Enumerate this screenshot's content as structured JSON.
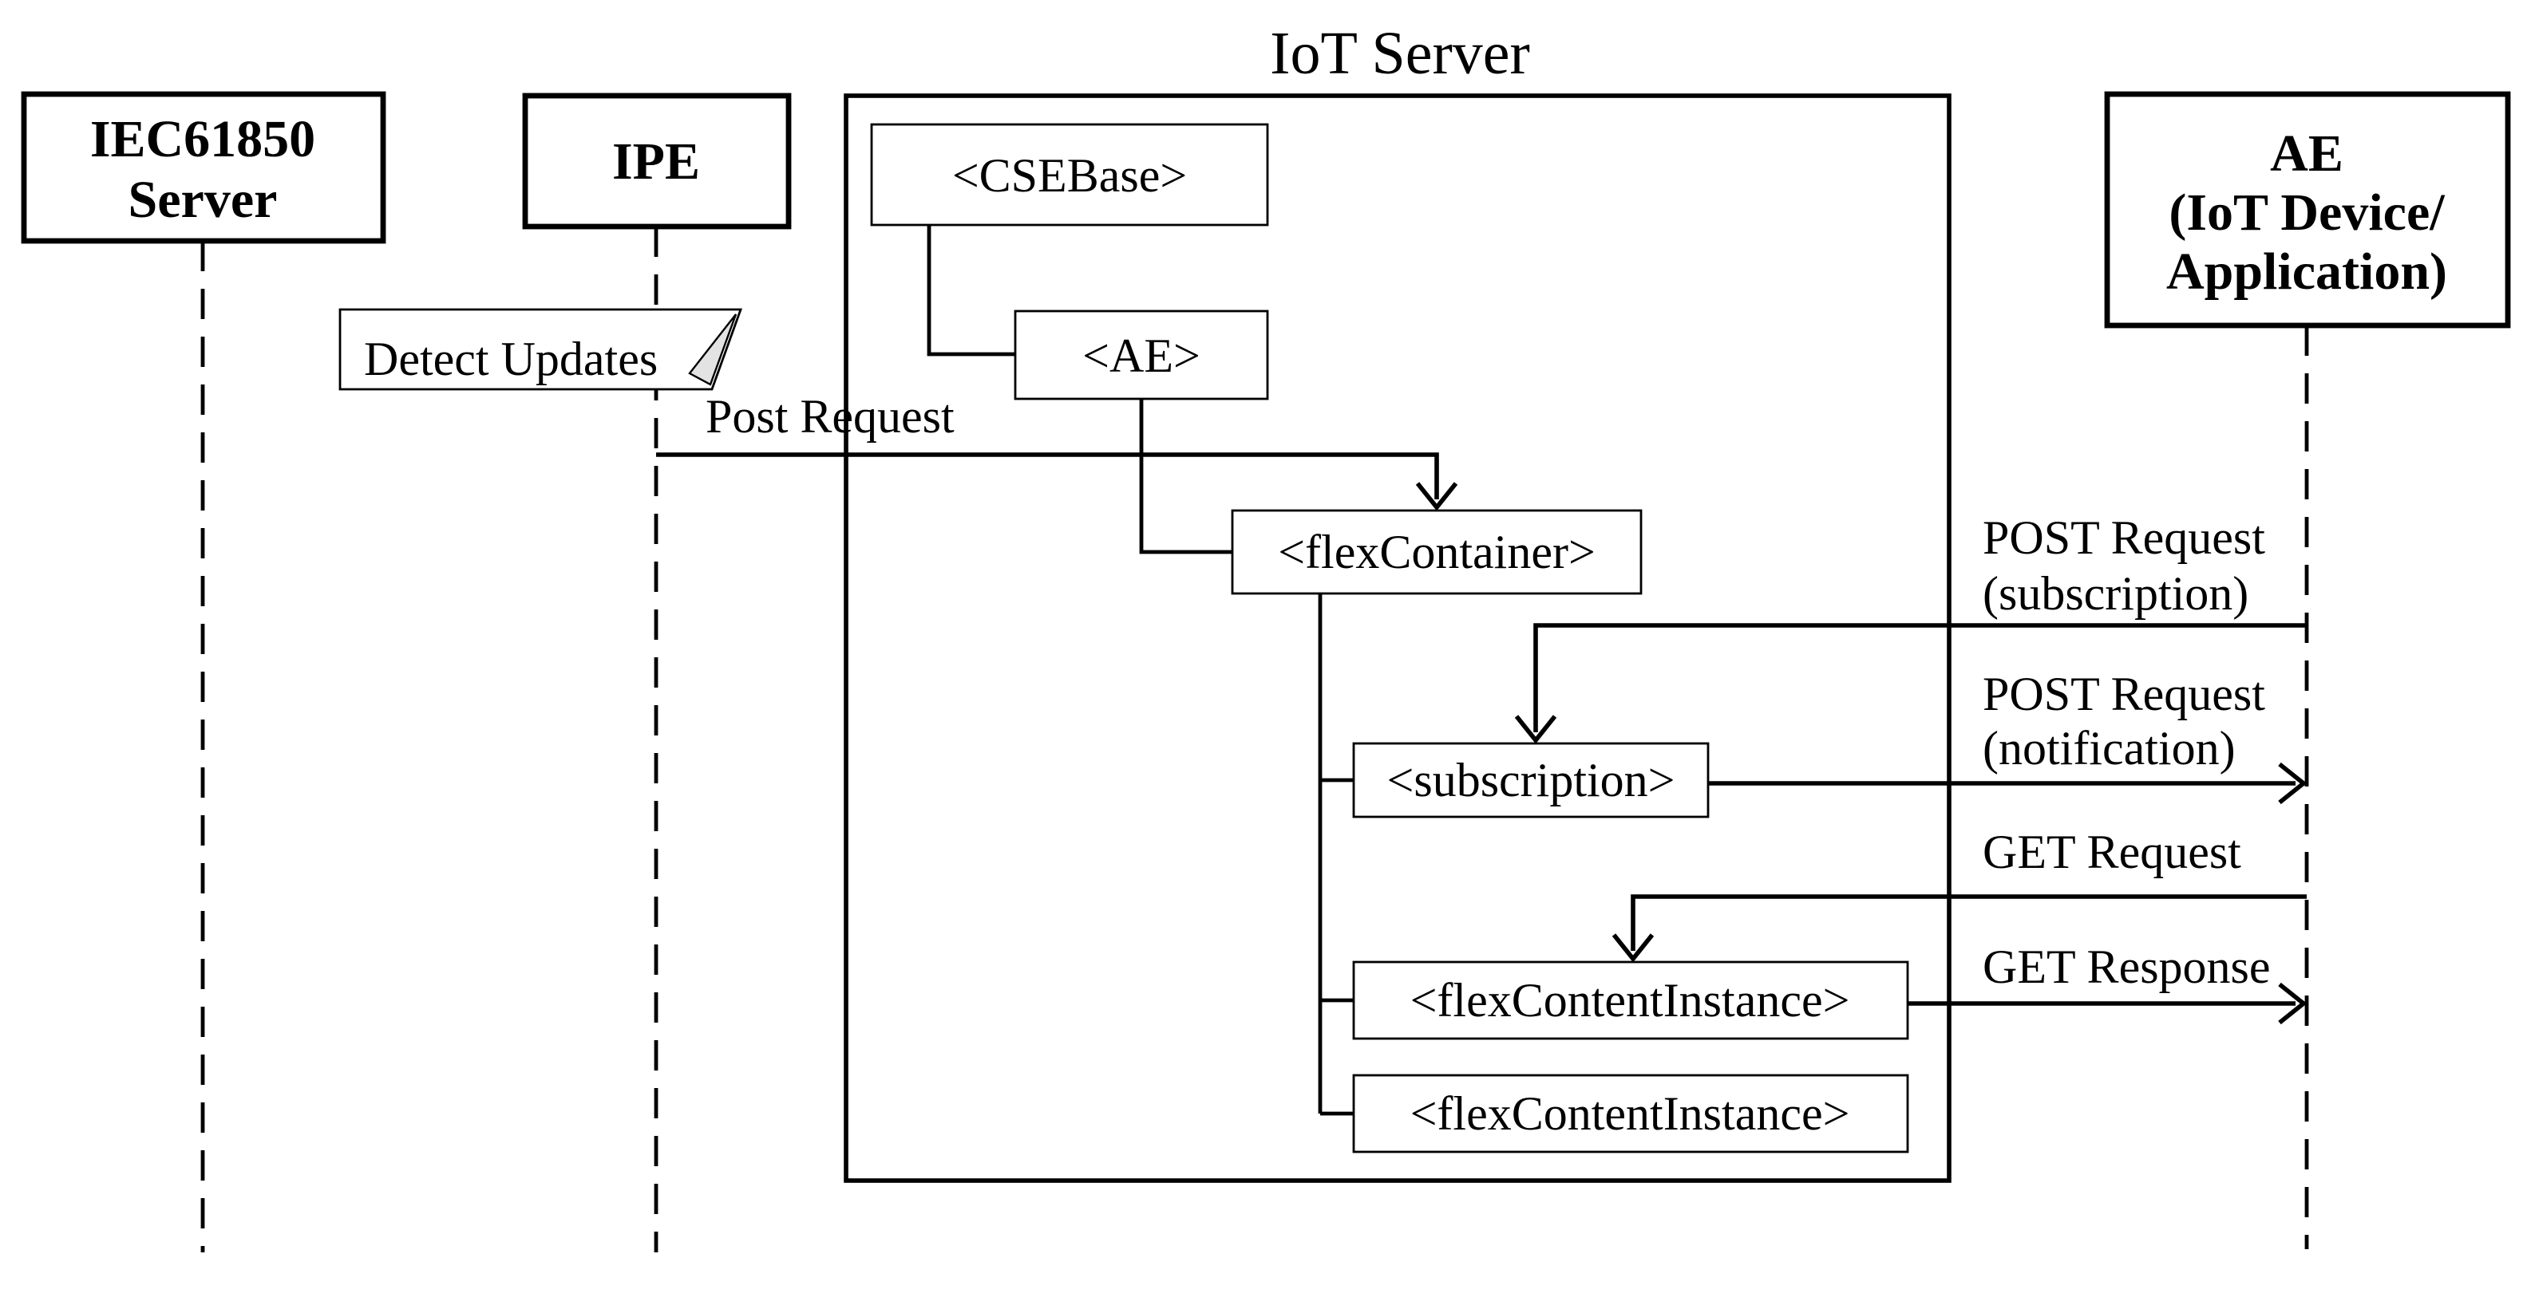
{
  "diagram": {
    "title": "IoT Server",
    "actors": {
      "iec61850_server": {
        "line1": "IEC61850",
        "line2": "Server"
      },
      "ipe": {
        "label": "IPE"
      },
      "ae_device": {
        "line1": "AE",
        "line2": "(IoT Device/",
        "line3": "Application)"
      }
    },
    "resources": {
      "csebase": "<CSEBase>",
      "ae": "<AE>",
      "flex_container": "<flexContainer>",
      "subscription": "<subscription>",
      "flex_content_instance_1": "<flexContentInstance>",
      "flex_content_instance_2": "<flexContentInstance>"
    },
    "note": {
      "label": "Detect Updates"
    },
    "messages": {
      "post_request": {
        "label": "Post Request"
      },
      "post_subscription": {
        "line1": "POST Request",
        "line2": "(subscription)"
      },
      "post_notification": {
        "line1": "POST Request",
        "line2": "(notification)"
      },
      "get_request": {
        "label": "GET Request"
      },
      "get_response": {
        "label": "GET Response"
      }
    },
    "colors": {
      "line": "#000000",
      "background": "#ffffff",
      "note_fold": "#e3e3e3"
    }
  }
}
